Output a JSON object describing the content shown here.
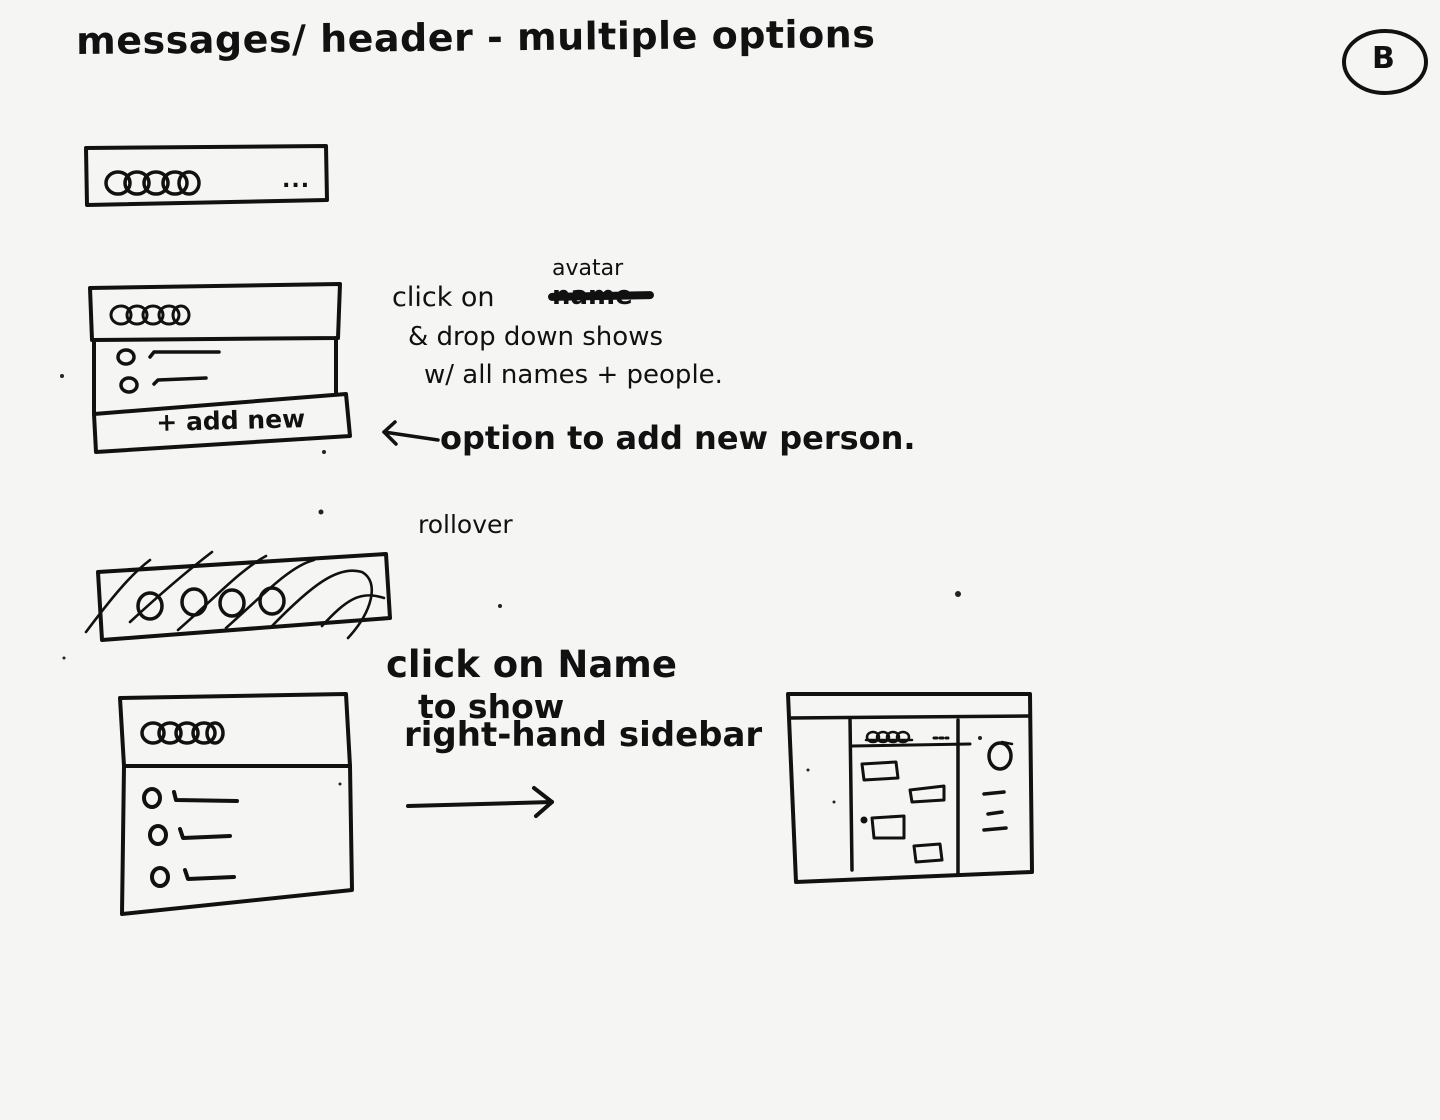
{
  "page": {
    "title": "messages/ header - multiple options",
    "badge": "B",
    "ink_color": "#111111",
    "paper_color": "#f5f5f3"
  },
  "notes": {
    "avatar_dropdown": {
      "line1": "click on",
      "struck_word": "name",
      "inserted_word": "avatar",
      "line2": "& drop down shows",
      "line3": "w/ all names + people."
    },
    "add_option": "option to add new person.",
    "rollover": "rollover",
    "name_sidebar": {
      "line1": "click on Name",
      "line2": "to show",
      "line3": "right-hand sidebar"
    }
  },
  "sketches": {
    "header_bar": {
      "menu_dots": "..."
    },
    "dropdown": {
      "add_new_label": "+ add new",
      "rows": 2
    },
    "name_list": {
      "rows": 3
    }
  }
}
